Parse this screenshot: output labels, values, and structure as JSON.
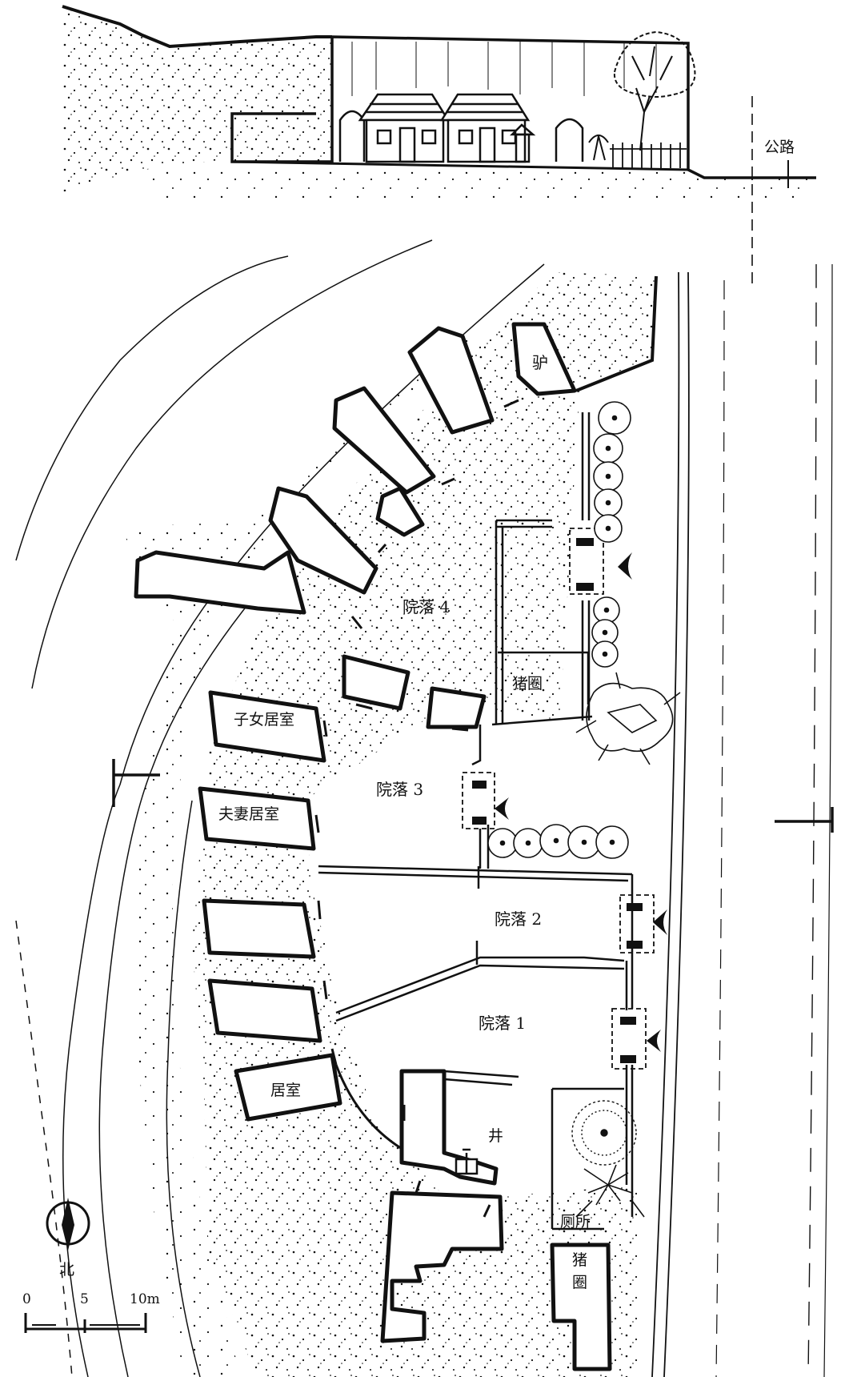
{
  "section_view": {
    "road_label": "公路"
  },
  "plan": {
    "courtyards": {
      "c1": "院落 1",
      "c2": "院落 2",
      "c3": "院落 3",
      "c4": "院落 4"
    },
    "rooms": {
      "donkey": "驴",
      "pig_pen_upper": "猪圈",
      "children_room": "子女居室",
      "couple_room": "夫妻居室",
      "living_room": "居室",
      "well": "井",
      "toilet": "厕所",
      "pig_pen_lower_line1": "猪",
      "pig_pen_lower_line2": "圈"
    }
  },
  "legend": {
    "north_label": "北",
    "scale_ticks": [
      "0",
      "5",
      "10m"
    ]
  },
  "colors": {
    "ink": "#111111",
    "paper": "#ffffff"
  }
}
